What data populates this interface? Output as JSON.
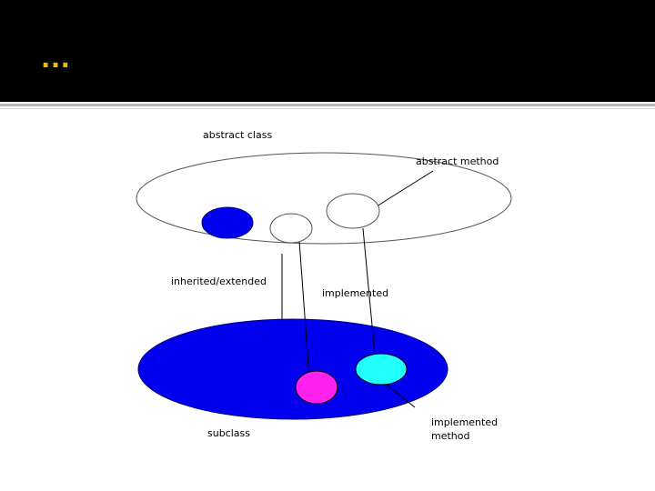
{
  "slide": {
    "title": "…"
  },
  "diagram": {
    "labels": {
      "abstract_class": "abstract class",
      "abstract_method": "abstract method",
      "inherited_extended": "inherited/extended",
      "implemented": "implemented",
      "subclass": "subclass",
      "implemented_method_line1": "implemented",
      "implemented_method_line2": "method"
    },
    "colors": {
      "title": "#f5b800",
      "subclass_fill": "#0000ee",
      "abstract_fill": "#0000ee",
      "implemented_pink": "#ff22ee",
      "implemented_cyan": "#22ffff"
    }
  }
}
